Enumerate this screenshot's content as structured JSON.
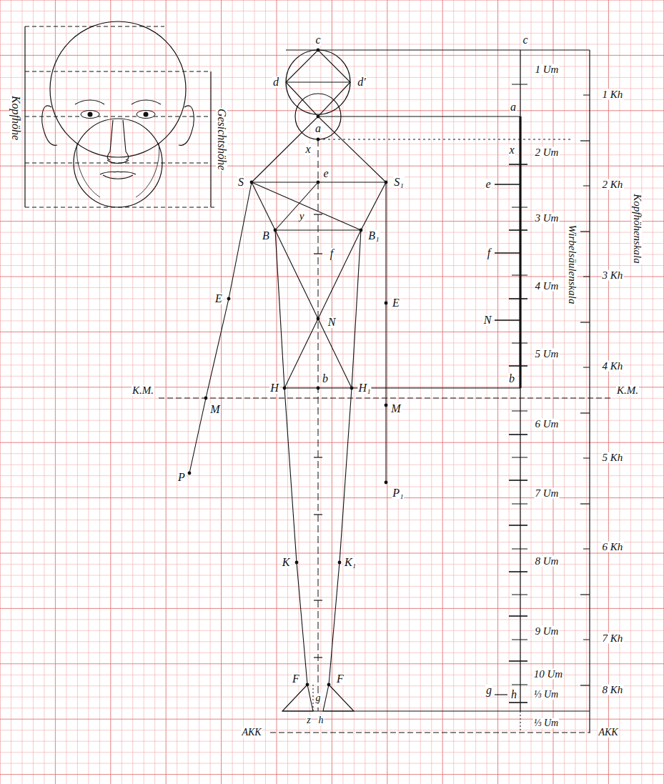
{
  "diagram": {
    "labels": [
      "Kopfhöhe",
      "Gesichtshöhe",
      "c",
      "d",
      "d′",
      "a",
      "x",
      "S",
      "e",
      "S₁",
      "y",
      "B",
      "B₁",
      "f",
      "E",
      "E",
      "N",
      "H",
      "b",
      "H₁",
      "K.M.",
      "M",
      "M",
      "K.M.",
      "P",
      "P₁",
      "K",
      "K₁",
      "F",
      "F",
      "g",
      "z",
      "h",
      "AKK",
      "AKK",
      "c",
      "a",
      "x",
      "e",
      "f",
      "N",
      "b",
      "g",
      "h",
      "1 Um",
      "2 Um",
      "3 Um",
      "4 Um",
      "5 Um",
      "6 Um",
      "7 Um",
      "8 Um",
      "9 Um",
      "10 Um",
      "⅓ Um",
      "⅓ Um",
      "1 Kh",
      "2 Kh",
      "3 Kh",
      "4 Kh",
      "5 Kh",
      "6 Kh",
      "7 Kh",
      "8 Kh",
      "Wirbelsäulenskala",
      "Kopfhöhenskala"
    ]
  }
}
